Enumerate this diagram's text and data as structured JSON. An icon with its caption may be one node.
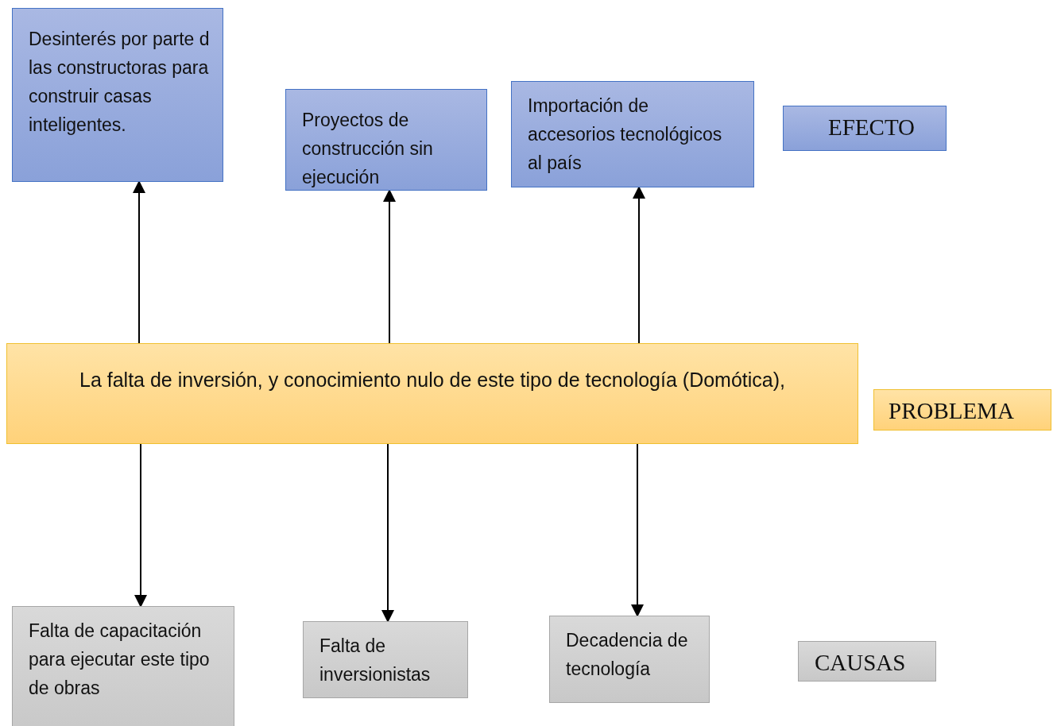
{
  "diagram": {
    "nodes": [
      {
        "text": [
          "Desinterés por parte d las constructoras para construir casas inteligentes."
        ]
      },
      {
        "text": [
          "Proyectos de construcción sin ejecución"
        ]
      },
      {
        "text": [
          "Importación de accesorios tecnológicos al país"
        ]
      },
      {
        "text": [
          "EFECTO"
        ]
      },
      {
        "text": [
          "La falta de inversión, y conocimiento nulo de este tipo de tecnología (Domótica),"
        ]
      },
      {
        "text": [
          "PROBLEMA"
        ]
      },
      {
        "text": [
          "Falta de capacitación para ejecutar este tipo de obras"
        ]
      },
      {
        "text": [
          "Falta de inversionistas"
        ]
      },
      {
        "text": [
          "Decadencia de tecnología"
        ]
      },
      {
        "text": [
          "CAUSAS"
        ]
      }
    ],
    "edges": [
      {
        "from": 4,
        "to": 0,
        "arrow": "to"
      },
      {
        "from": 4,
        "to": 1,
        "arrow": "to"
      },
      {
        "from": 4,
        "to": 2,
        "arrow": "to"
      },
      {
        "from": 4,
        "to": 6,
        "arrow": "to"
      },
      {
        "from": 4,
        "to": 7,
        "arrow": "to"
      },
      {
        "from": 4,
        "to": 8,
        "arrow": "to"
      }
    ]
  }
}
